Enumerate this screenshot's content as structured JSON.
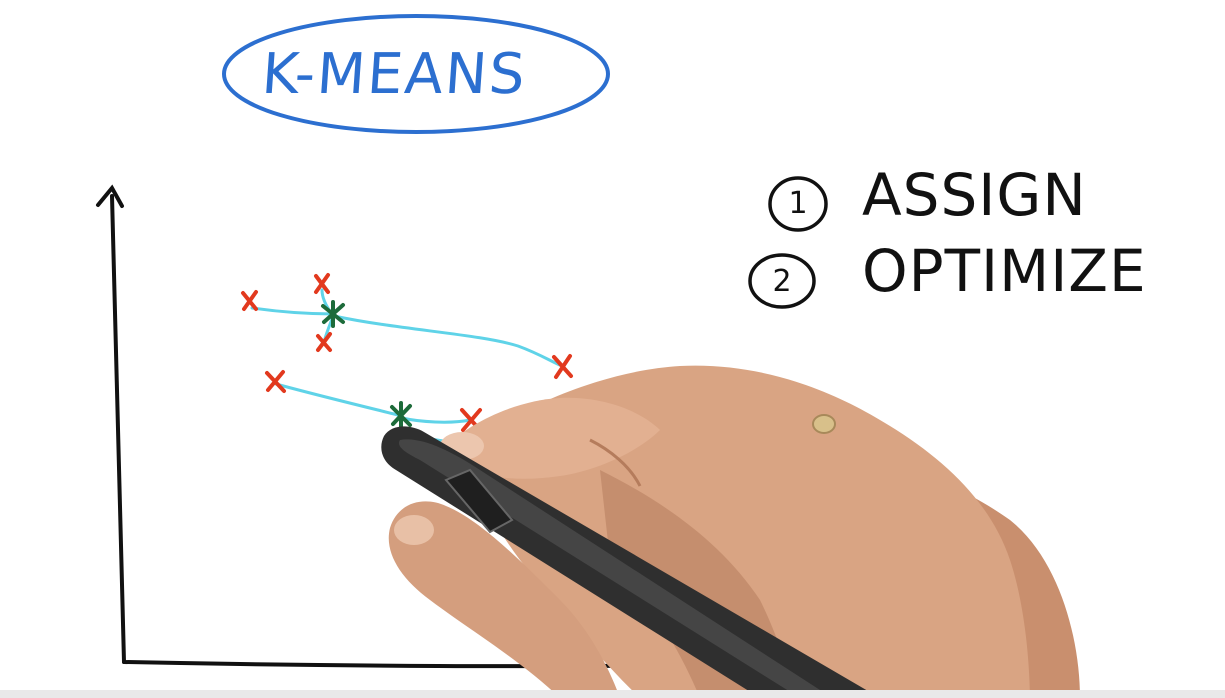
{
  "title": "K-MEANS",
  "steps": [
    {
      "number": "1",
      "label": "ASSIGN"
    },
    {
      "number": "2",
      "label": "OPTIMIZE"
    }
  ],
  "colors": {
    "title_ink": "#2c6fd0",
    "axis_ink": "#111111",
    "point_ink": "#e2391e",
    "center_ink": "#1d6b3a",
    "assign_line": "#5fd3e8",
    "skin": "#d9a483",
    "pen_body": "#2f2f2f"
  },
  "icons": {
    "data_point": "red-x-mark",
    "cluster_center": "green-star-mark"
  }
}
